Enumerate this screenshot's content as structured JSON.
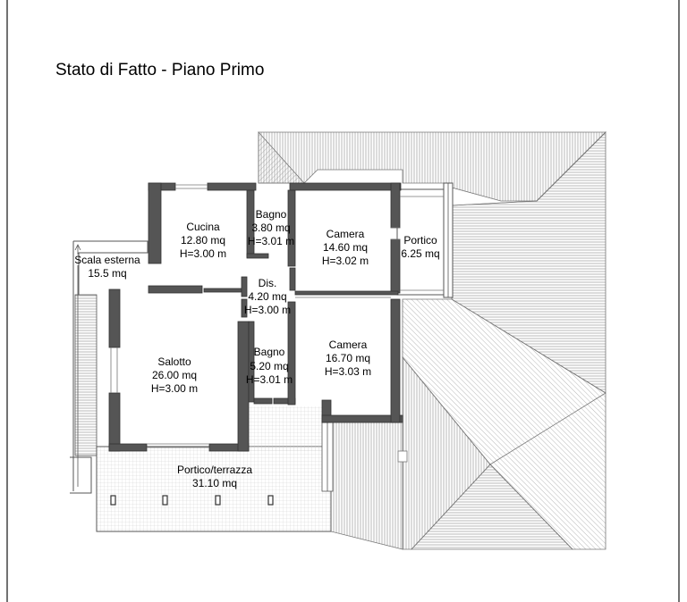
{
  "title": "Stato di Fatto - Piano Primo",
  "rooms": {
    "cucina": {
      "name": "Cucina",
      "area": "12.80 mq",
      "height": "H=3.00 m"
    },
    "bagno1": {
      "name": "Bagno",
      "area": "3.80 mq",
      "height": "H=3.01 m"
    },
    "camera1": {
      "name": "Camera",
      "area": "14.60 mq",
      "height": "H=3.02 m"
    },
    "portico": {
      "name": "Portico",
      "area": "6.25 mq"
    },
    "scala": {
      "name": "Scala esterna",
      "area": "15.5 mq"
    },
    "dis": {
      "name": "Dis.",
      "area": "4.20 mq",
      "height": "H=3.00 m"
    },
    "salotto": {
      "name": "Salotto",
      "area": "26.00 mq",
      "height": "H=3.00 m"
    },
    "bagno2": {
      "name": "Bagno",
      "area": "5.20 mq",
      "height": "H=3.01 m"
    },
    "camera2": {
      "name": "Camera",
      "area": "16.70 mq",
      "height": "H=3.03 m"
    },
    "terrazza": {
      "name": "Portico/terrazza",
      "area": "31.10 mq"
    }
  }
}
